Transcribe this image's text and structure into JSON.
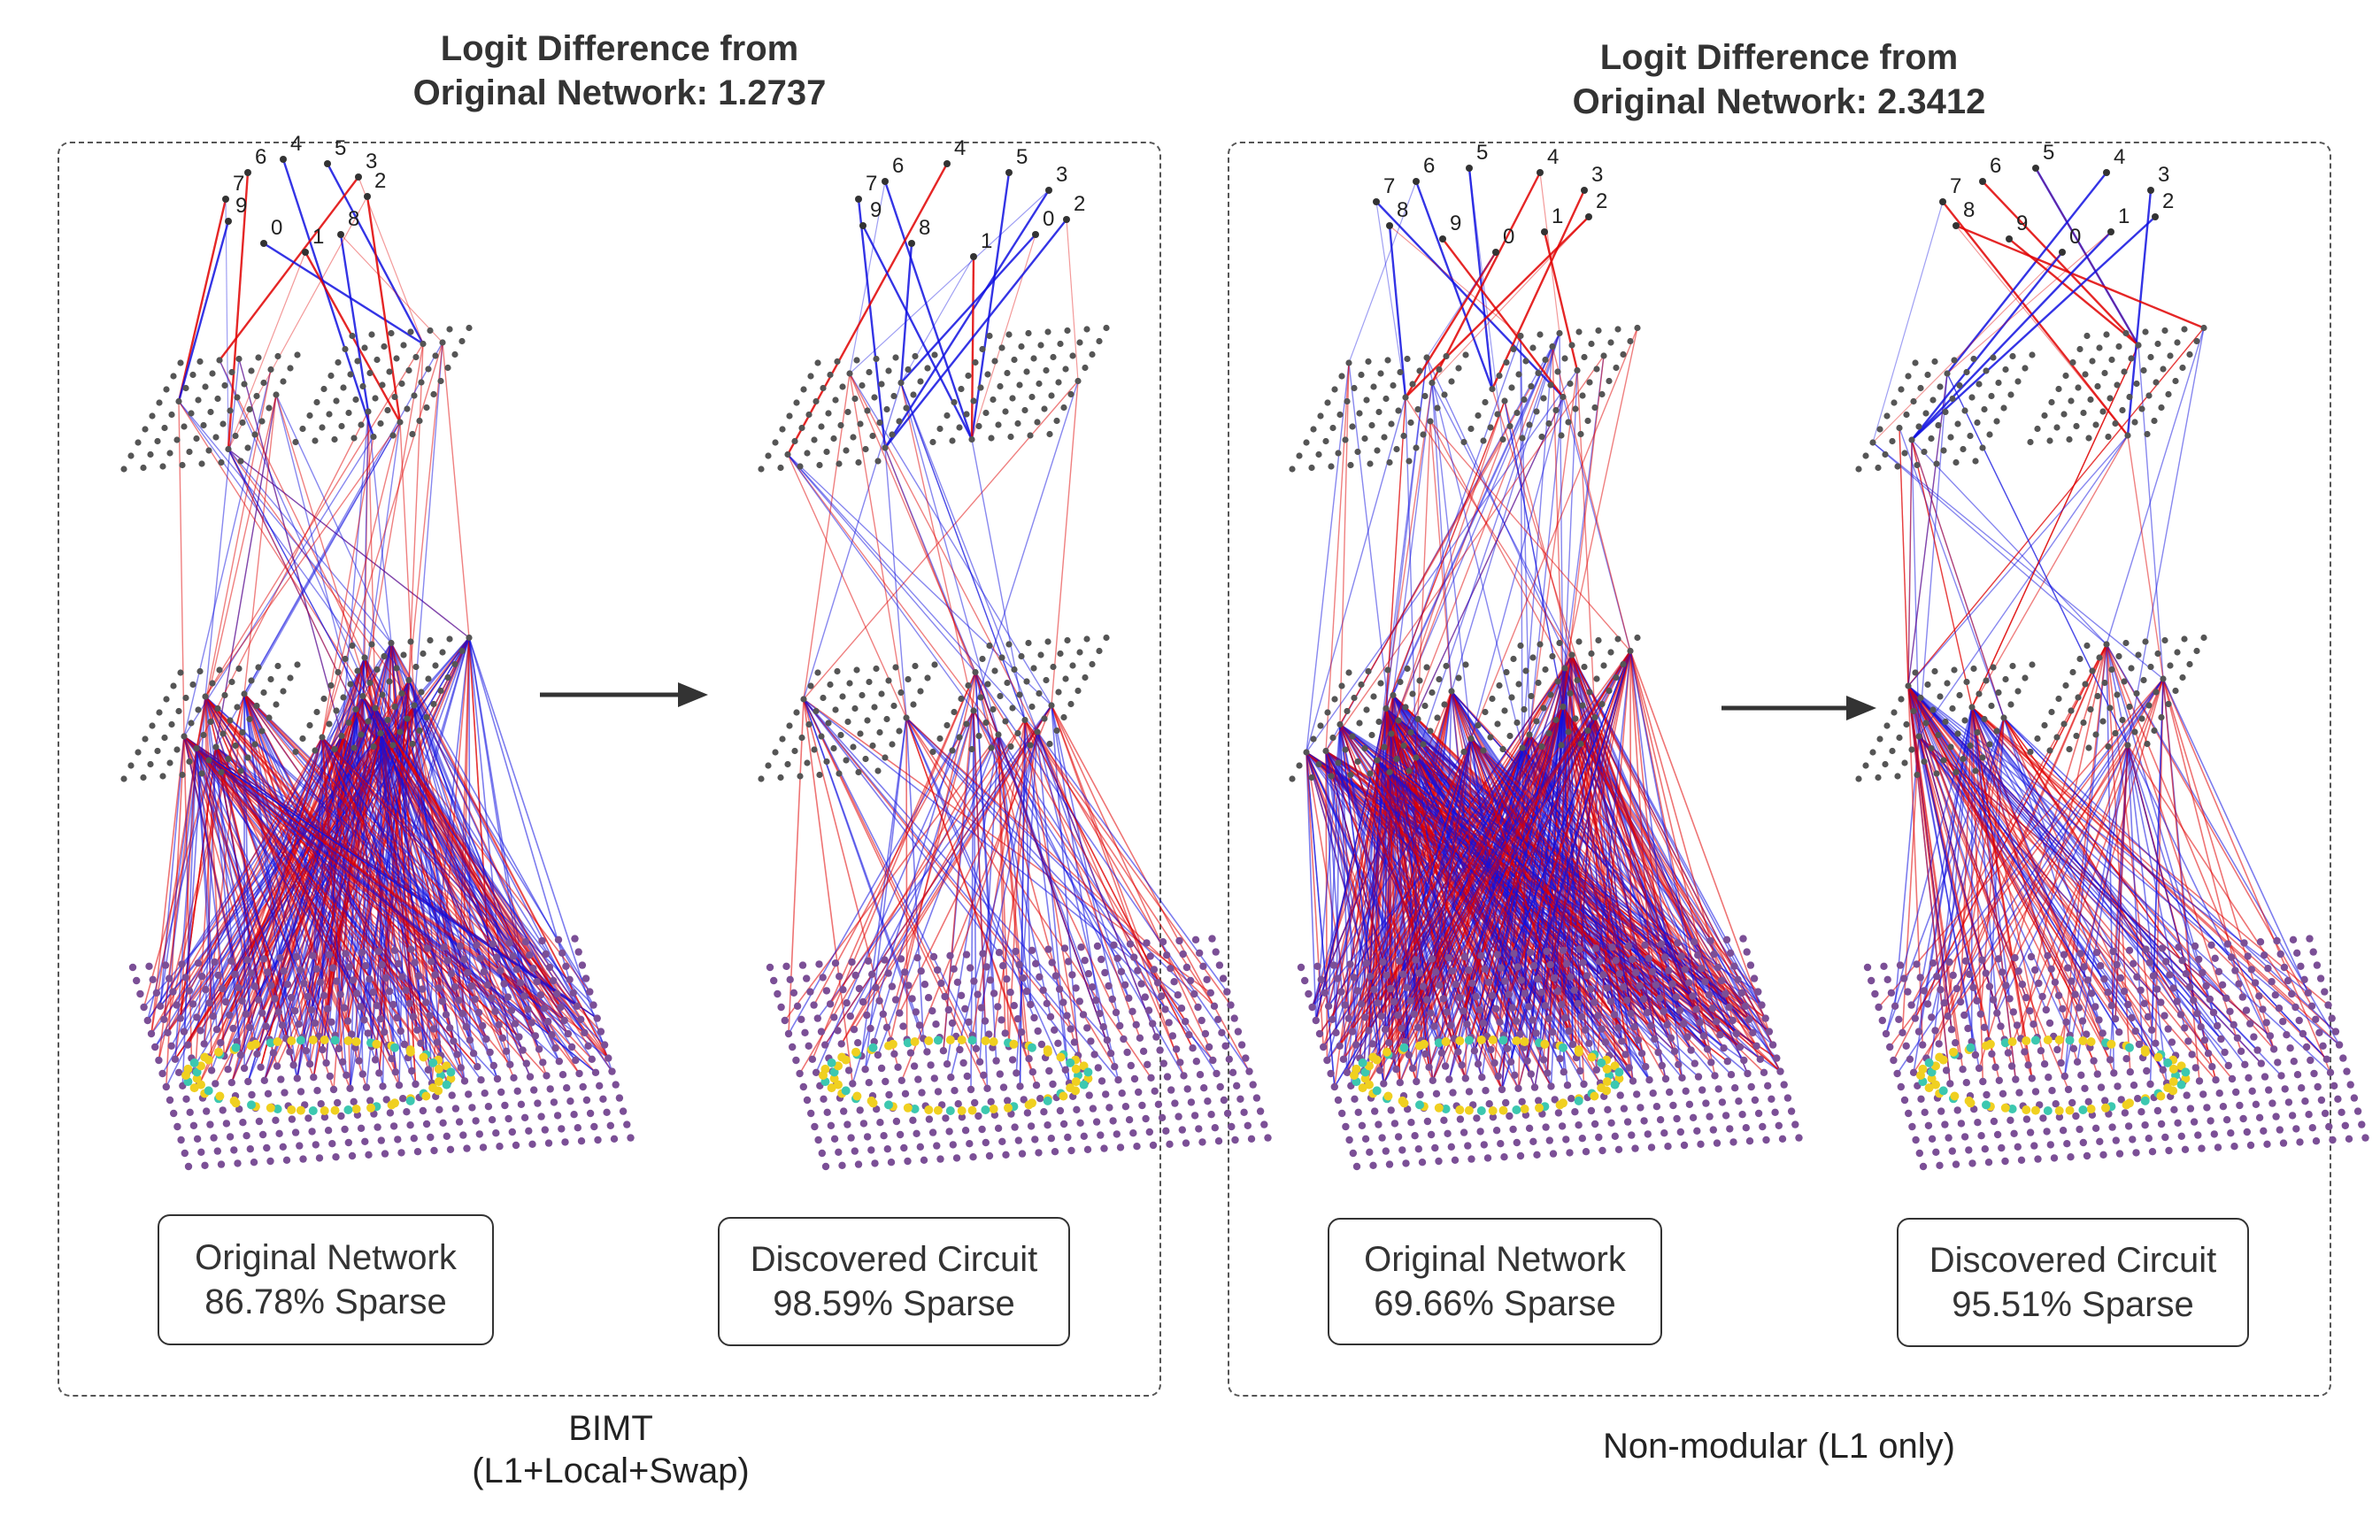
{
  "left": {
    "title_line1": "Logit Difference from",
    "title_line2": "Original Network: 1.2737",
    "original_line1": "Original Network",
    "original_line2": "86.78% Sparse",
    "circuit_line1": "Discovered Circuit",
    "circuit_line2": "98.59% Sparse",
    "caption_line1": "BIMT",
    "caption_line2": "(L1+Local+Swap)",
    "digits_original": [
      "7",
      "6",
      "4",
      "5",
      "3",
      "9",
      "0",
      "1",
      "8",
      "2"
    ],
    "digits_circuit": [
      "7",
      "6",
      "4",
      "5",
      "3",
      "9",
      "8",
      "1",
      "0",
      "2"
    ]
  },
  "right": {
    "title_line1": "Logit Difference from",
    "title_line2": "Original Network: 2.3412",
    "original_line1": "Original Network",
    "original_line2": "69.66% Sparse",
    "circuit_line1": "Discovered Circuit",
    "circuit_line2": "95.51% Sparse",
    "caption_line1": "Non-modular (L1 only)",
    "digits_original": [
      "7",
      "6",
      "5",
      "4",
      "3",
      "8",
      "9",
      "0",
      "1",
      "2"
    ],
    "digits_circuit": [
      "7",
      "6",
      "5",
      "4",
      "3",
      "8",
      "9",
      "0",
      "1",
      "2"
    ]
  },
  "colors": {
    "positive_edge": "#e00000",
    "negative_edge": "#1010e0",
    "input_node": "#7b4f96",
    "hidden_node": "#555555",
    "digit_stroke": "#f0d020"
  }
}
